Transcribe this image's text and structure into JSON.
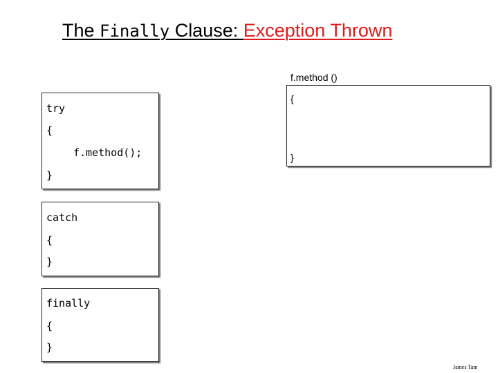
{
  "slide": {
    "title_prefix": "The ",
    "title_keyword": "Finally",
    "title_middle": " Clause: ",
    "title_accent": "Exception Thrown",
    "accent_color": "#e11b1b",
    "credit": "James Tam"
  },
  "try_box": {
    "line1": "try",
    "line2": "{",
    "line3": "f.method();",
    "line4": "}"
  },
  "catch_box": {
    "line1": "catch",
    "line2": "{",
    "line3": "}"
  },
  "finally_box": {
    "line1": "finally",
    "line2": "{",
    "line3": "}"
  },
  "method_box": {
    "header": "f.method ()",
    "open": "{",
    "close": "}"
  }
}
